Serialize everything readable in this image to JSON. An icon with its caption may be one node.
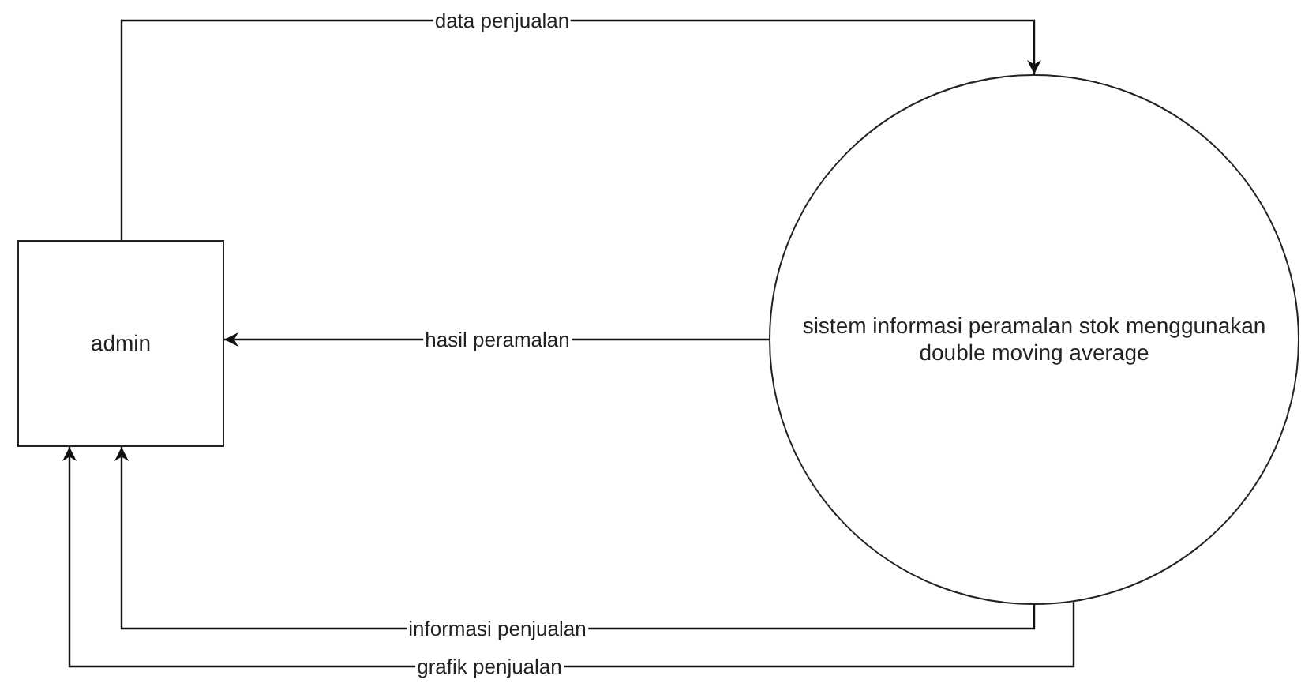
{
  "diagram": {
    "nodes": [
      {
        "text": [
          "admin"
        ]
      },
      {
        "text": [
          "sistem informasi peramalan stok menggunakan double moving average"
        ]
      }
    ],
    "edges": [
      {
        "from": 0,
        "to": 1,
        "arrow": "to",
        "label": "data penjualan"
      },
      {
        "from": 1,
        "to": 0,
        "arrow": "to",
        "label": "hasil peramalan"
      },
      {
        "from": 1,
        "to": 0,
        "arrow": "to",
        "label": "informasi penjualan"
      },
      {
        "from": 1,
        "to": 0,
        "arrow": "to",
        "label": "grafik penjualan"
      }
    ]
  }
}
